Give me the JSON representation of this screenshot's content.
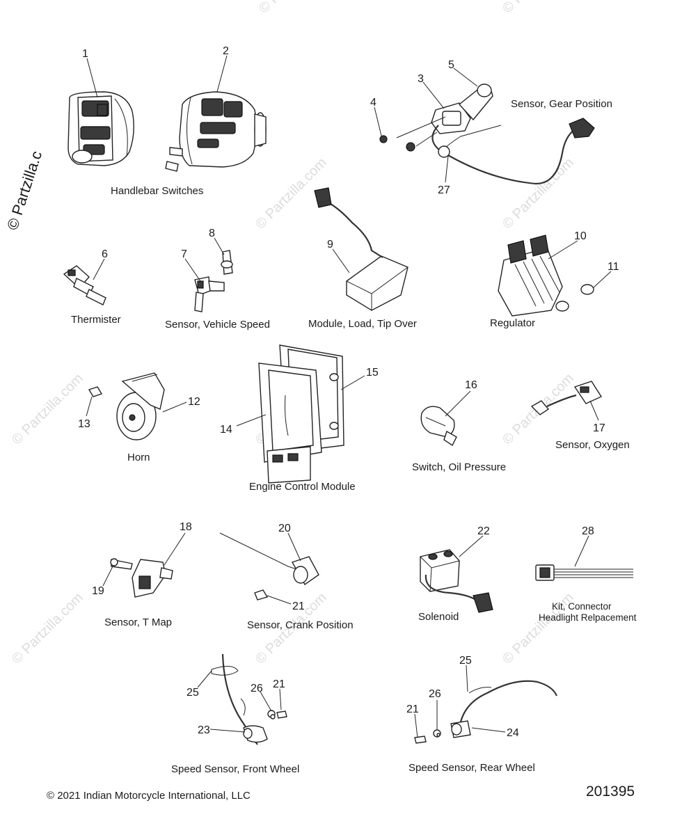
{
  "watermark": {
    "brand": "© Partzilla.com",
    "brand_edge": "© Partzilla.c"
  },
  "captions": {
    "handlebar_switches": "Handlebar Switches",
    "gear_position": "Sensor, Gear Position",
    "thermister": "Thermister",
    "vehicle_speed": "Sensor, Vehicle Speed",
    "tip_over": "Module, Load, Tip Over",
    "regulator": "Regulator",
    "horn": "Horn",
    "ecm": "Engine Control Module",
    "oil_pressure": "Switch, Oil Pressure",
    "oxygen": "Sensor, Oxygen",
    "t_map": "Sensor, T Map",
    "crank_position": "Sensor, Crank Position",
    "solenoid": "Solenoid",
    "connector_kit_line1": "Kit, Connector",
    "connector_kit_line2": "Headlight Relpacement",
    "front_wheel": "Speed Sensor, Front Wheel",
    "rear_wheel": "Speed Sensor, Rear Wheel"
  },
  "callouts": {
    "c1": "1",
    "c2": "2",
    "c3": "3",
    "c4": "4",
    "c5": "5",
    "c6": "6",
    "c7": "7",
    "c8": "8",
    "c9": "9",
    "c10": "10",
    "c11": "11",
    "c12": "12",
    "c13": "13",
    "c14": "14",
    "c15": "15",
    "c16": "16",
    "c17": "17",
    "c18": "18",
    "c19": "19",
    "c20": "20",
    "c21a": "21",
    "c22": "22",
    "c23": "23",
    "c24": "24",
    "c25a": "25",
    "c26a": "26",
    "c21b": "21",
    "c25b": "25",
    "c26b": "26",
    "c21c": "21",
    "c27": "27",
    "c28": "28"
  },
  "footer": {
    "copyright": "© 2021 Indian Motorcycle International, LLC",
    "diagram_id": "201395"
  }
}
